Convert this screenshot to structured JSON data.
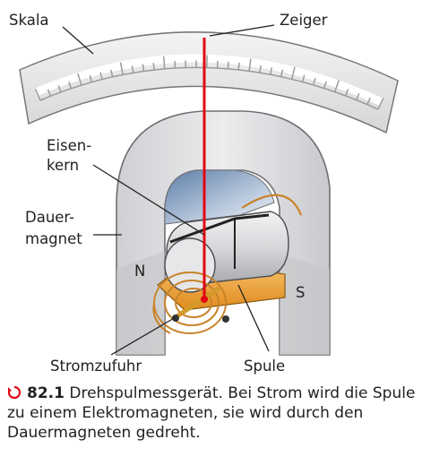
{
  "labels": {
    "scale": "Skala",
    "pointer": "Zeiger",
    "iron_core_line1": "Eisen-",
    "iron_core_line2": "kern",
    "magnet_line1": "Dauer-",
    "magnet_line2": "magnet",
    "north": "N",
    "south": "S",
    "current_supply": "Stromzufuhr",
    "coil": "Spule"
  },
  "caption": {
    "icon": "arrow-circle-icon",
    "number": "82.1",
    "text": "Drehspulmessgerät. Bei Strom wird die Spule zu einem Elektromagneten, sie wird durch den Dauermagneten gedreht."
  },
  "colors": {
    "pointer": "#e30613",
    "coil": "#f0a23a",
    "spring": "#c8842a",
    "magnet": "#d9dadc",
    "icon": "#e30613"
  }
}
